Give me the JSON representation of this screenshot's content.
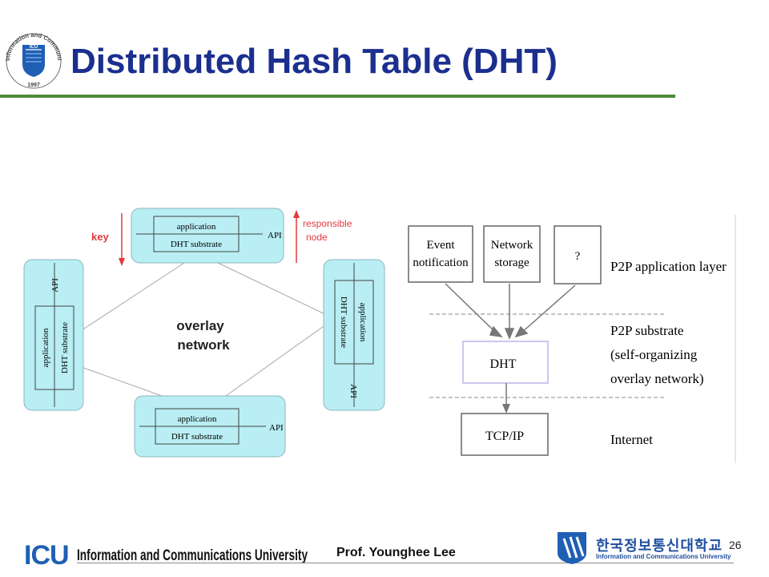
{
  "slide": {
    "title": "Distributed Hash Table (DHT)",
    "page_number": "26"
  },
  "footer": {
    "logo_text": "ICU",
    "university": "Information and Communications University",
    "professor": "Prof. Younghee Lee",
    "korean_name": "한국정보통신대학교",
    "korean_sub": "Information and Communications University"
  },
  "seal": {
    "ring_text": "Information and Communications University",
    "year": "1997",
    "inner": "ICU"
  },
  "left_diagram": {
    "center_label_line1": "overlay",
    "center_label_line2": "network",
    "key_label": "key",
    "responsible_line1": "responsible",
    "responsible_line2": "node",
    "nodes": {
      "top": {
        "app": "application",
        "dht": "DHT substrate",
        "api": "API"
      },
      "bottom": {
        "app": "application",
        "dht": "DHT substrate",
        "api": "API"
      },
      "left": {
        "app": "application",
        "dht": "DHT substrate",
        "api": "API"
      },
      "right": {
        "app": "application",
        "dht": "DHT substrate",
        "api": "API"
      }
    }
  },
  "right_diagram": {
    "box_event_line1": "Event",
    "box_event_line2": "notification",
    "box_storage_line1": "Network",
    "box_storage_line2": "storage",
    "box_unknown": "?",
    "box_dht": "DHT",
    "box_tcpip": "TCP/IP",
    "layer_app": "P2P application layer",
    "layer_substrate_line1": "P2P substrate",
    "layer_substrate_line2": "(self-organizing",
    "layer_substrate_line3": "overlay network)",
    "layer_internet": "Internet"
  },
  "colors": {
    "title": "#1b2f8f",
    "title_rule": "#4f8a3a",
    "node_fill": "#b8eef4",
    "annotation_red": "#e03a3a",
    "icu_blue": "#1f5fb4"
  }
}
